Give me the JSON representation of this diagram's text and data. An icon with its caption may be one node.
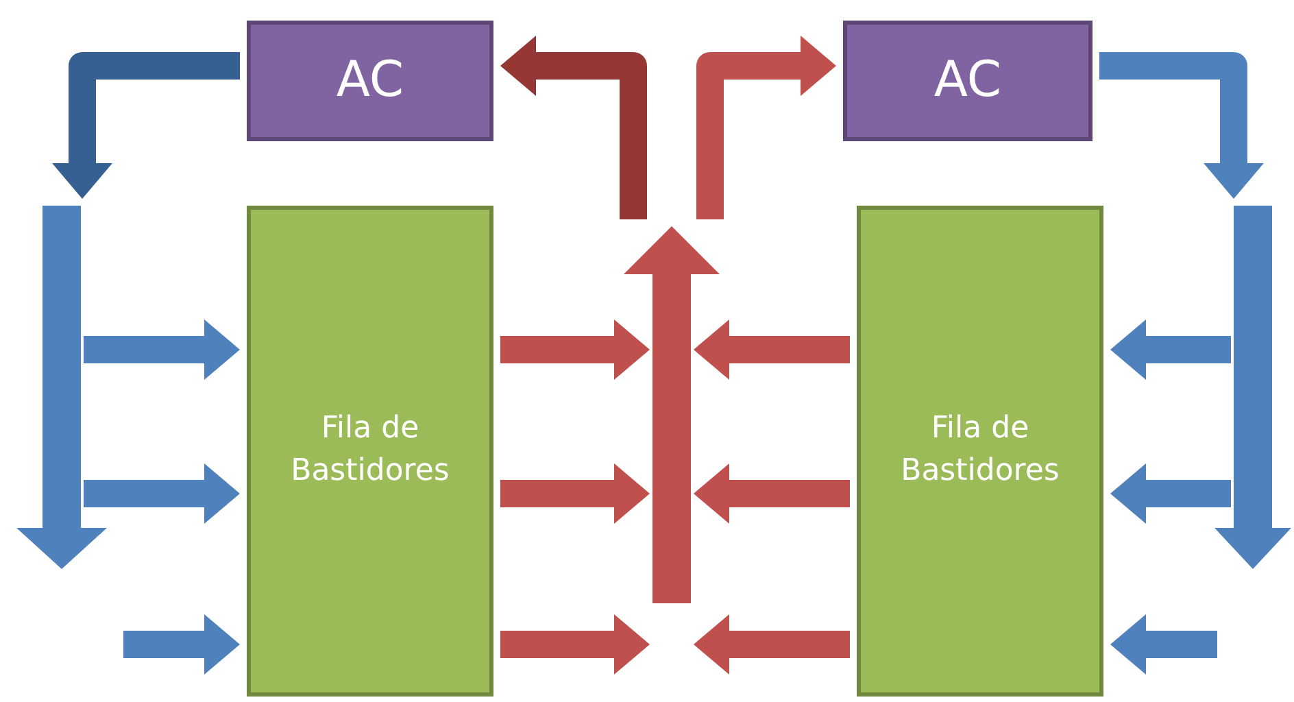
{
  "diagram": {
    "nodes": [
      {
        "text": [
          "AC"
        ]
      },
      {
        "text": [
          "AC"
        ]
      },
      {
        "text": [],
        "shape": "arrow"
      },
      {
        "text": [
          "Fila de Bastidores"
        ]
      },
      {
        "text": [],
        "shape": "arrow"
      },
      {
        "text": [
          "Fila de Bastidores"
        ]
      },
      {
        "text": [],
        "shape": "arrow"
      }
    ],
    "edges": [
      {
        "from": 0,
        "to": 2,
        "arrow": "to",
        "color": "#376092"
      },
      {
        "from": 4,
        "to": 0,
        "arrow": "to",
        "color": "#953735"
      },
      {
        "from": 4,
        "to": 1,
        "arrow": "to",
        "color": "#c0504d"
      },
      {
        "from": 1,
        "to": 6,
        "arrow": "to",
        "color": "#4f81bd"
      },
      {
        "from": 2,
        "to": 3,
        "arrow": "to",
        "color": "#4f81bd"
      },
      {
        "from": 2,
        "to": 3,
        "arrow": "to",
        "color": "#4f81bd"
      },
      {
        "from": null,
        "to": 3,
        "arrow": "to",
        "color": "#4f81bd"
      },
      {
        "from": 3,
        "to": 4,
        "arrow": "to",
        "color": "#c0504d"
      },
      {
        "from": 3,
        "to": 4,
        "arrow": "to",
        "color": "#c0504d"
      },
      {
        "from": 3,
        "to": 4,
        "arrow": "to",
        "color": "#c0504d"
      },
      {
        "from": 5,
        "to": 4,
        "arrow": "to",
        "color": "#c0504d"
      },
      {
        "from": 5,
        "to": 4,
        "arrow": "to",
        "color": "#c0504d"
      },
      {
        "from": 5,
        "to": 4,
        "arrow": "to",
        "color": "#c0504d"
      },
      {
        "from": 6,
        "to": 5,
        "arrow": "to",
        "color": "#4f81bd"
      },
      {
        "from": 6,
        "to": 5,
        "arrow": "to",
        "color": "#4f81bd"
      },
      {
        "from": null,
        "to": 5,
        "arrow": "to",
        "color": "#4f81bd"
      }
    ]
  }
}
